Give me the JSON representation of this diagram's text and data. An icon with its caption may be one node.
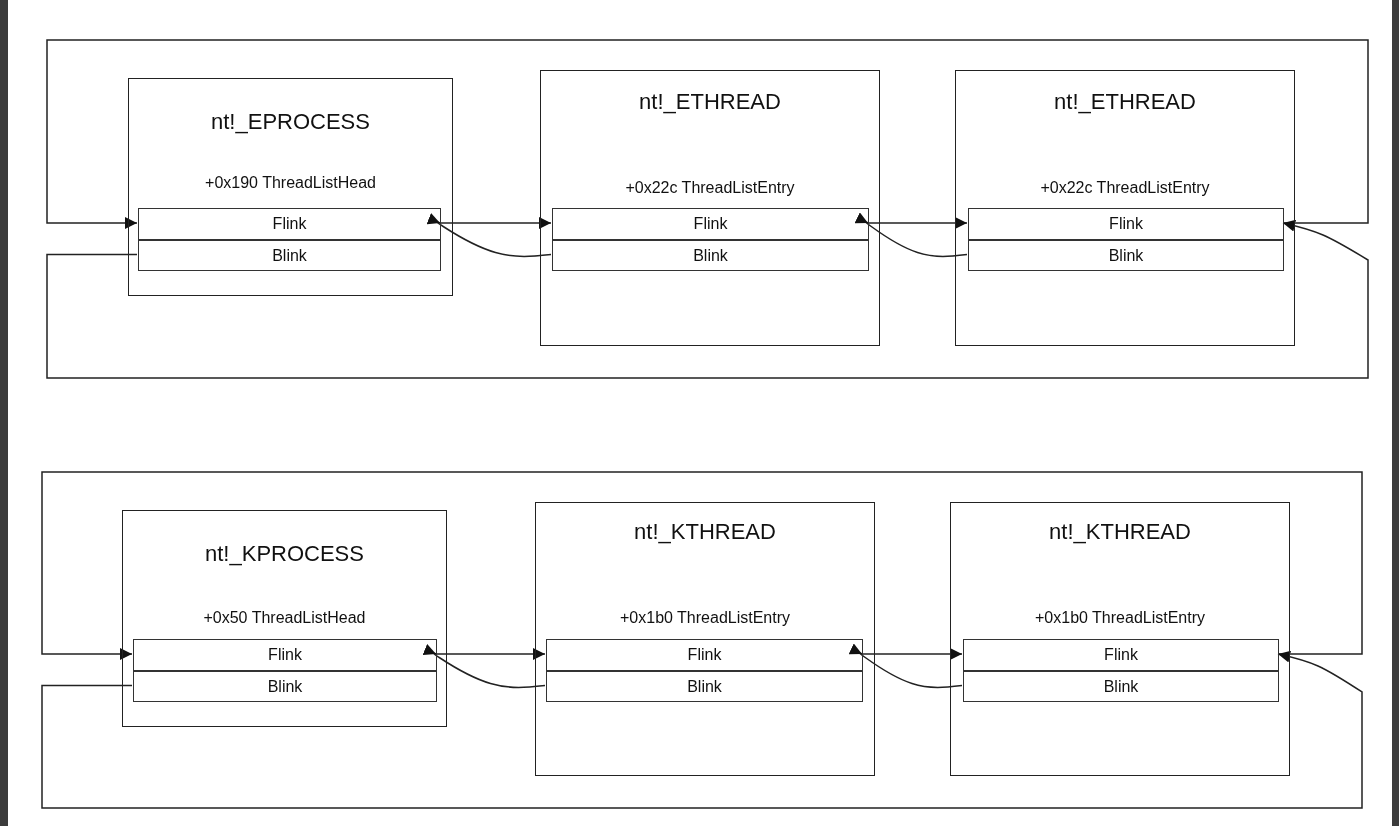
{
  "diagram": {
    "nodes": [
      {
        "text": [
          "nt!_EPROCESS",
          "+0x190 ThreadListHead"
        ]
      },
      {
        "text": [
          "Flink"
        ],
        "in": 0
      },
      {
        "text": [
          "Blink"
        ],
        "in": 0
      },
      {
        "text": [
          "nt!_ETHREAD",
          "+0x22c ThreadListEntry"
        ]
      },
      {
        "text": [
          "Flink"
        ],
        "in": 3
      },
      {
        "text": [
          "Blink"
        ],
        "in": 3
      },
      {
        "text": [
          "nt!_ETHREAD",
          "+0x22c ThreadListEntry"
        ]
      },
      {
        "text": [
          "Flink"
        ],
        "in": 6
      },
      {
        "text": [
          "Blink"
        ],
        "in": 6
      },
      {
        "text": [
          "nt!_KPROCESS",
          "+0x50 ThreadListHead"
        ]
      },
      {
        "text": [
          "Flink"
        ],
        "in": 9
      },
      {
        "text": [
          "Blink"
        ],
        "in": 9
      },
      {
        "text": [
          "nt!_KTHREAD",
          "+0x1b0 ThreadListEntry"
        ]
      },
      {
        "text": [
          "Flink"
        ],
        "in": 12
      },
      {
        "text": [
          "Blink"
        ],
        "in": 12
      },
      {
        "text": [
          "nt!_KTHREAD",
          "+0x1b0 ThreadListEntry"
        ]
      },
      {
        "text": [
          "Flink"
        ],
        "in": 15
      },
      {
        "text": [
          "Blink"
        ],
        "in": 15
      }
    ],
    "edges": [
      {
        "from": 1,
        "to": 4,
        "arrow": "to"
      },
      {
        "from": 5,
        "to": 1,
        "arrow": "to"
      },
      {
        "from": 4,
        "to": 7,
        "arrow": "to"
      },
      {
        "from": 8,
        "to": 4,
        "arrow": "to"
      },
      {
        "from": 7,
        "to": 1,
        "arrow": "to"
      },
      {
        "from": 2,
        "to": 7,
        "arrow": "to"
      },
      {
        "from": 10,
        "to": 13,
        "arrow": "to"
      },
      {
        "from": 14,
        "to": 10,
        "arrow": "to"
      },
      {
        "from": 13,
        "to": 16,
        "arrow": "to"
      },
      {
        "from": 17,
        "to": 13,
        "arrow": "to"
      },
      {
        "from": 16,
        "to": 10,
        "arrow": "to"
      },
      {
        "from": 11,
        "to": 16,
        "arrow": "to"
      }
    ]
  }
}
